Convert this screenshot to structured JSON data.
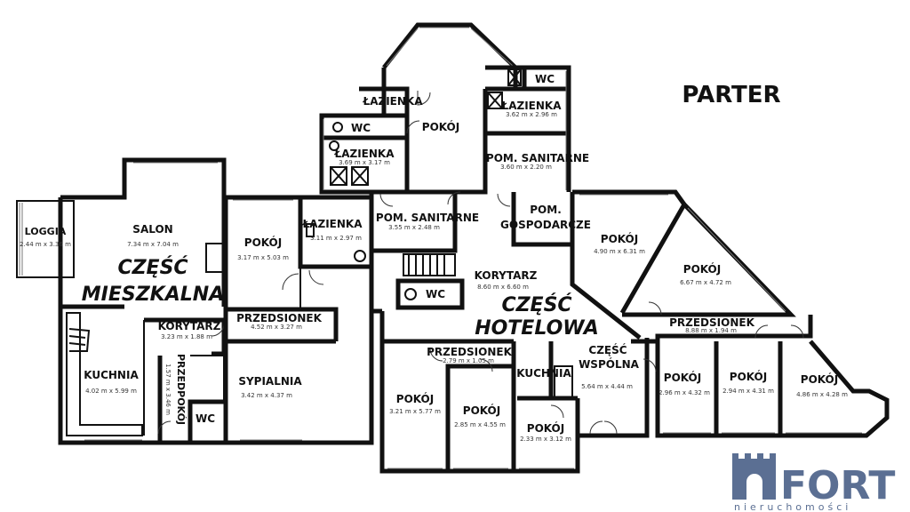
{
  "floor_title": "PARTER",
  "zones": {
    "residential_line1": "CZĘŚĆ",
    "residential_line2": "MIESZKALNA",
    "hotel_line1": "CZĘŚĆ",
    "hotel_line2": "HOTELOWA"
  },
  "rooms": {
    "loggia": {
      "name": "LOGGIA",
      "dims": "2.44 m x 3.36 m"
    },
    "salon": {
      "name": "SALON",
      "dims": "7.34 m x 7.04 m"
    },
    "kuchnia_left": {
      "name": "KUCHNIA",
      "dims": "4.02 m x 5.99 m"
    },
    "korytarz_left": {
      "name": "KORYTARZ",
      "dims": "3.23 m x 1.88 m"
    },
    "przedpokoj": {
      "name": "PRZEDPOKÓJ",
      "dims": "1.57 m x 3.46 m"
    },
    "wc_left": {
      "name": "WC"
    },
    "pokoj_left": {
      "name": "POKÓJ",
      "dims": "3.17 m x 5.03 m"
    },
    "lazienka_left": {
      "name": "ŁAZIENKA",
      "dims": "3.11 m x 2.97 m"
    },
    "przedsionek_left": {
      "name": "PRZEDSIONEK",
      "dims": "4.52 m x 3.27 m"
    },
    "sypialnia": {
      "name": "SYPIALNIA",
      "dims": "3.42 m x 4.37 m"
    },
    "wc_upper_mid": {
      "name": "WC"
    },
    "lazienka_mid": {
      "name": "ŁAZIENKA",
      "dims": "3.69 m x 3.17 m"
    },
    "lazienka_top": {
      "name": "ŁAZIENKA"
    },
    "pokoj_top": {
      "name": "POKÓJ"
    },
    "wc_top_right": {
      "name": "WC"
    },
    "lazienka_right": {
      "name": "ŁAZIENKA",
      "dims": "3.62 m x 2.96 m"
    },
    "pom_sanitarne_right": {
      "name": "POM. SANITARNE",
      "dims": "3.60 m x 2.20 m"
    },
    "pom_sanitarne_mid": {
      "name": "POM. SANITARNE",
      "dims": "3.55 m x 2.48 m"
    },
    "pom_gospodarcze_line1": "POM.",
    "pom_gospodarcze_line2": "GOSPODARCZE",
    "korytarz_mid": {
      "name": "KORYTARZ",
      "dims": "8.60 m x 6.60 m"
    },
    "wc_mid": {
      "name": "WC"
    },
    "przedsionek_mid": {
      "name": "PRZEDSIONEK",
      "dims": "2.79 m x 1.05 m"
    },
    "kuchnia_mid": {
      "name": "KUCHNIA"
    },
    "czesc_wspolna_line1": "CZĘŚĆ",
    "czesc_wspolna_line2": "WSPÓLNA",
    "czesc_wspolna_dims": "5.64 m x 4.44 m",
    "pokoj_a": {
      "name": "POKÓJ",
      "dims": "3.21 m x 5.77 m"
    },
    "pokoj_b": {
      "name": "POKÓJ",
      "dims": "2.85 m x 4.55 m"
    },
    "pokoj_c": {
      "name": "POKÓJ",
      "dims": "2.33 m x 3.12 m"
    },
    "pokoj_r1": {
      "name": "POKÓJ",
      "dims": "4.90 m x 6.31 m"
    },
    "pokoj_r2": {
      "name": "POKÓJ",
      "dims": "6.67 m x 4.72 m"
    },
    "przedsionek_right": {
      "name": "PRZEDSIONEK",
      "dims": "8.88 m x 1.94 m"
    },
    "pokoj_r3": {
      "name": "POKÓJ",
      "dims": "2.96 m x 4.32 m"
    },
    "pokoj_r4": {
      "name": "POKÓJ",
      "dims": "2.94 m x 4.31 m"
    },
    "pokoj_r5": {
      "name": "POKÓJ",
      "dims": "4.86 m x 4.28 m"
    }
  },
  "logo": {
    "name": "FORT",
    "tagline": "nieruchomości",
    "color": "#5b6f93"
  }
}
